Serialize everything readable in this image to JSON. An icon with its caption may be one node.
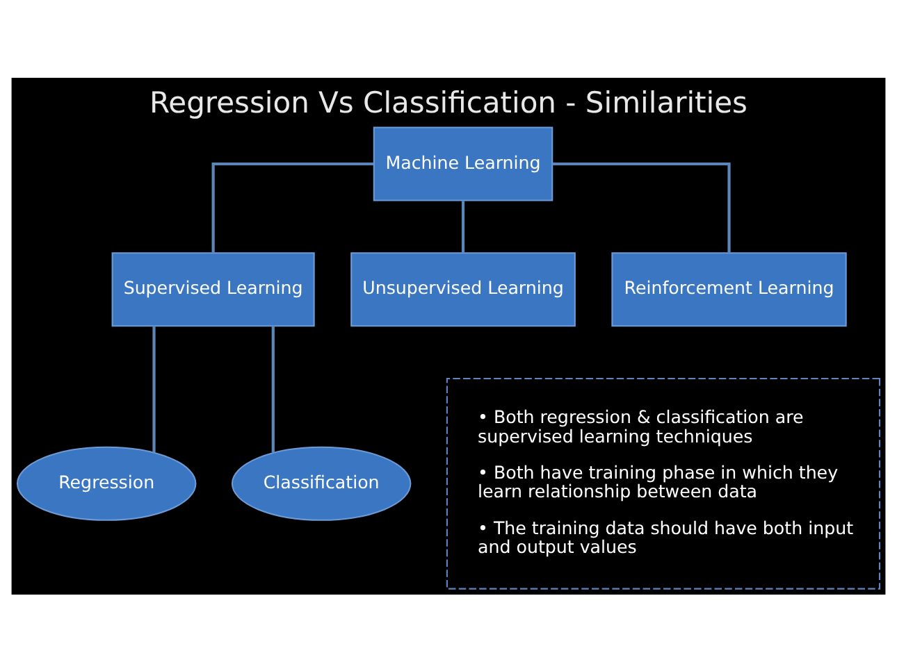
{
  "diagram": {
    "title": "Regression Vs Classification - Similarities",
    "nodes": [
      {
        "text": [
          "Machine Learning"
        ]
      },
      {
        "text": [
          "Supervised Learning"
        ]
      },
      {
        "text": [
          "Unsupervised Learning"
        ]
      },
      {
        "text": [
          "Reinforcement Learning"
        ]
      },
      {
        "text": [
          "Regression"
        ]
      },
      {
        "text": [
          "Classification"
        ]
      },
      {
        "text": [
          "• Both regression & classification are supervised learning techniques",
          "• Both have training phase in which they learn relationship between data",
          "• The training data should have both input and output values"
        ]
      }
    ],
    "edges": [
      {
        "from": 0,
        "to": 1,
        "arrow": "none"
      },
      {
        "from": 0,
        "to": 2,
        "arrow": "none"
      },
      {
        "from": 0,
        "to": 3,
        "arrow": "none"
      },
      {
        "from": 1,
        "to": 4,
        "arrow": "none"
      },
      {
        "from": 1,
        "to": 5,
        "arrow": "none"
      }
    ]
  }
}
